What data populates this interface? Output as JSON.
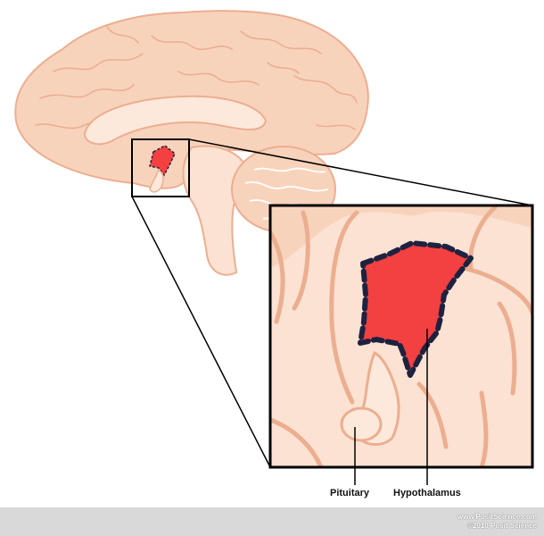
{
  "labels": {
    "pituitary": "Pituitary",
    "hypothalamus": "Hypothalamus"
  },
  "footer": {
    "url": "www.PositScience.com",
    "copyright": "©2010 Posit Science"
  },
  "colors": {
    "brain_fill": "#f8d3bc",
    "brain_stroke": "#ecae90",
    "highlight_red": "#f34040",
    "dash_outline": "#1e2240",
    "frame": "#000000",
    "footer_bg": "#d9d9d9"
  }
}
